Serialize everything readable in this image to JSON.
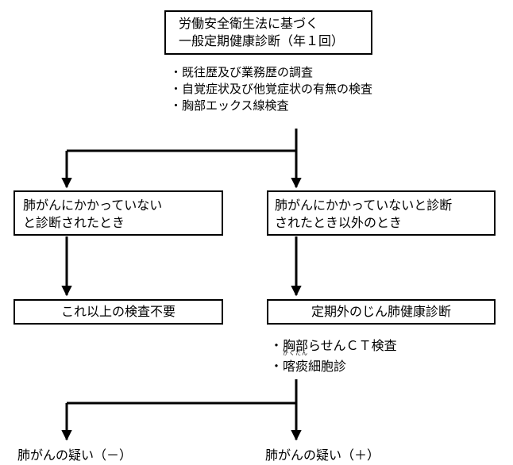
{
  "top_box": {
    "line1": "労働安全衛生法に基づく",
    "line2": "一般定期健康診断（年１回）"
  },
  "exam_items": [
    "・既往歴及び業務歴の調査",
    "・自覚症状及び他覚症状の有無の検査",
    "・胸部エックス線検査"
  ],
  "left_branch": {
    "line1": "肺がんにかかっていない",
    "line2": "と診断されたとき"
  },
  "right_branch": {
    "line1": "肺がんにかかっていないと診断",
    "line2": "されたとき以外のとき"
  },
  "left_result": "これ以上の検査不要",
  "right_result": "定期外のじん肺健康診断",
  "followup_items": {
    "item1": "・胸部らせんＣＴ検査",
    "item2_prefix": "・",
    "item2_ruby_base": "喀痰",
    "item2_ruby": "かくたん",
    "item2_suffix": "細胞診"
  },
  "outcome_negative": "肺がんの疑い（－）",
  "outcome_positive": "肺がんの疑い（＋）"
}
